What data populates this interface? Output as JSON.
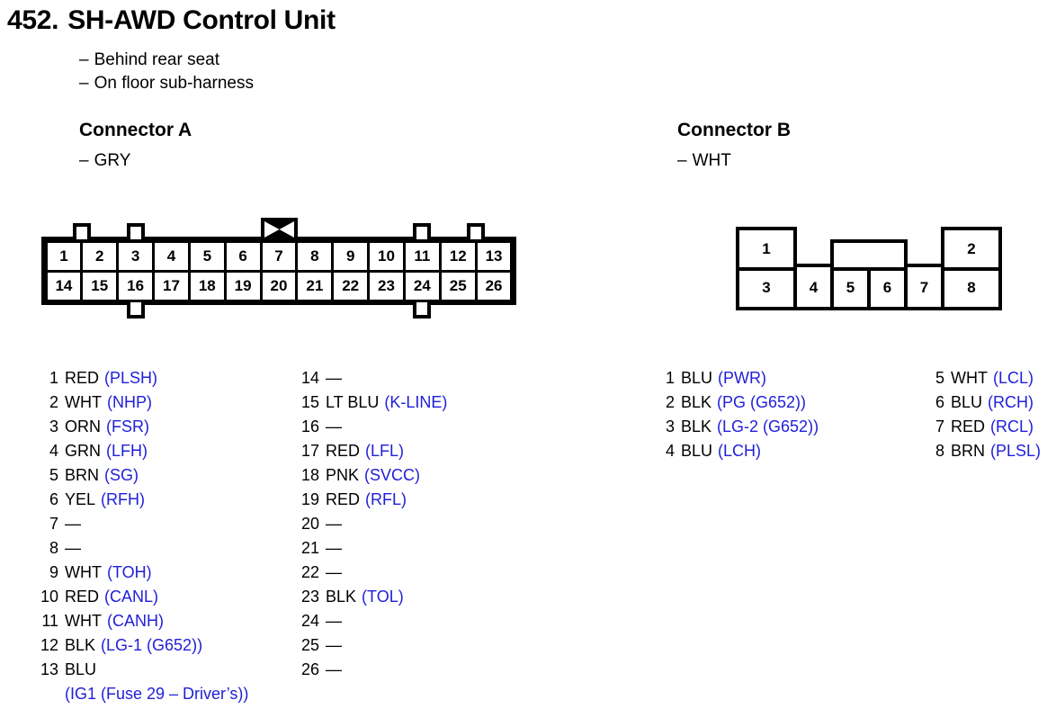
{
  "header": {
    "number": "452.",
    "title": "SH-AWD Control Unit",
    "locations": [
      {
        "dash": "–",
        "text": "Behind rear seat"
      },
      {
        "dash": "–",
        "text": "On floor sub-harness"
      }
    ]
  },
  "colors": {
    "signal_blue": "#2020d8",
    "outline_black": "#000000",
    "background": "#ffffff"
  },
  "connector_a": {
    "heading": "Connector A",
    "color_dash": "–",
    "color_label": "GRY",
    "diagram": {
      "top_row": [
        "1",
        "2",
        "3",
        "4",
        "5",
        "6",
        "7",
        "8",
        "9",
        "10",
        "11",
        "12",
        "13"
      ],
      "bottom_row": [
        "14",
        "15",
        "16",
        "17",
        "18",
        "19",
        "20",
        "21",
        "22",
        "23",
        "24",
        "25",
        "26"
      ],
      "key_marker": "bowtie-x",
      "key_marker_above_pin": "7",
      "top_tabs_above_pins": [
        "1",
        "3",
        "11",
        "13"
      ],
      "bottom_tabs_below_pins": [
        "16",
        "24"
      ]
    },
    "pins_left": [
      {
        "num": "1",
        "wire": "RED",
        "signal": "(PLSH)"
      },
      {
        "num": "2",
        "wire": "WHT",
        "signal": "(NHP)"
      },
      {
        "num": "3",
        "wire": "ORN",
        "signal": "(FSR)"
      },
      {
        "num": "4",
        "wire": "GRN",
        "signal": "(LFH)"
      },
      {
        "num": "5",
        "wire": "BRN",
        "signal": "(SG)"
      },
      {
        "num": "6",
        "wire": "YEL",
        "signal": "(RFH)"
      },
      {
        "num": "7",
        "wire": "—",
        "signal": ""
      },
      {
        "num": "8",
        "wire": "—",
        "signal": ""
      },
      {
        "num": "9",
        "wire": "WHT",
        "signal": "(TOH)"
      },
      {
        "num": "10",
        "wire": "RED",
        "signal": "(CANL)"
      },
      {
        "num": "11",
        "wire": "WHT",
        "signal": "(CANH)"
      },
      {
        "num": "12",
        "wire": "BLK",
        "signal": "(LG-1 (G652))"
      },
      {
        "num": "13",
        "wire": "BLU",
        "signal": "",
        "continuation": "(IG1 (Fuse 29 – Driver’s))"
      }
    ],
    "pins_right": [
      {
        "num": "14",
        "wire": "—",
        "signal": ""
      },
      {
        "num": "15",
        "wire": "LT BLU",
        "signal": "(K-LINE)"
      },
      {
        "num": "16",
        "wire": "—",
        "signal": ""
      },
      {
        "num": "17",
        "wire": "RED",
        "signal": "(LFL)"
      },
      {
        "num": "18",
        "wire": "PNK",
        "signal": "(SVCC)"
      },
      {
        "num": "19",
        "wire": "RED",
        "signal": "(RFL)"
      },
      {
        "num": "20",
        "wire": "—",
        "signal": ""
      },
      {
        "num": "21",
        "wire": "—",
        "signal": ""
      },
      {
        "num": "22",
        "wire": "—",
        "signal": ""
      },
      {
        "num": "23",
        "wire": "BLK",
        "signal": "(TOL)"
      },
      {
        "num": "24",
        "wire": "—",
        "signal": ""
      },
      {
        "num": "25",
        "wire": "—",
        "signal": ""
      },
      {
        "num": "26",
        "wire": "—",
        "signal": ""
      }
    ]
  },
  "connector_b": {
    "heading": "Connector B",
    "color_dash": "–",
    "color_label": "WHT",
    "diagram": {
      "top_row": [
        "1",
        "",
        "2"
      ],
      "bottom_row": [
        "3",
        "4",
        "5",
        "6",
        "7",
        "8"
      ],
      "empty_top_box_spans_pins": [
        "5",
        "6"
      ]
    },
    "pins_left": [
      {
        "num": "1",
        "wire": "BLU",
        "signal": "(PWR)"
      },
      {
        "num": "2",
        "wire": "BLK",
        "signal": "(PG (G652))"
      },
      {
        "num": "3",
        "wire": "BLK",
        "signal": "(LG-2 (G652))"
      },
      {
        "num": "4",
        "wire": "BLU",
        "signal": "(LCH)"
      }
    ],
    "pins_right": [
      {
        "num": "5",
        "wire": "WHT",
        "signal": "(LCL)"
      },
      {
        "num": "6",
        "wire": "BLU",
        "signal": "(RCH)"
      },
      {
        "num": "7",
        "wire": "RED",
        "signal": "(RCL)"
      },
      {
        "num": "8",
        "wire": "BRN",
        "signal": "(PLSL)"
      }
    ]
  }
}
